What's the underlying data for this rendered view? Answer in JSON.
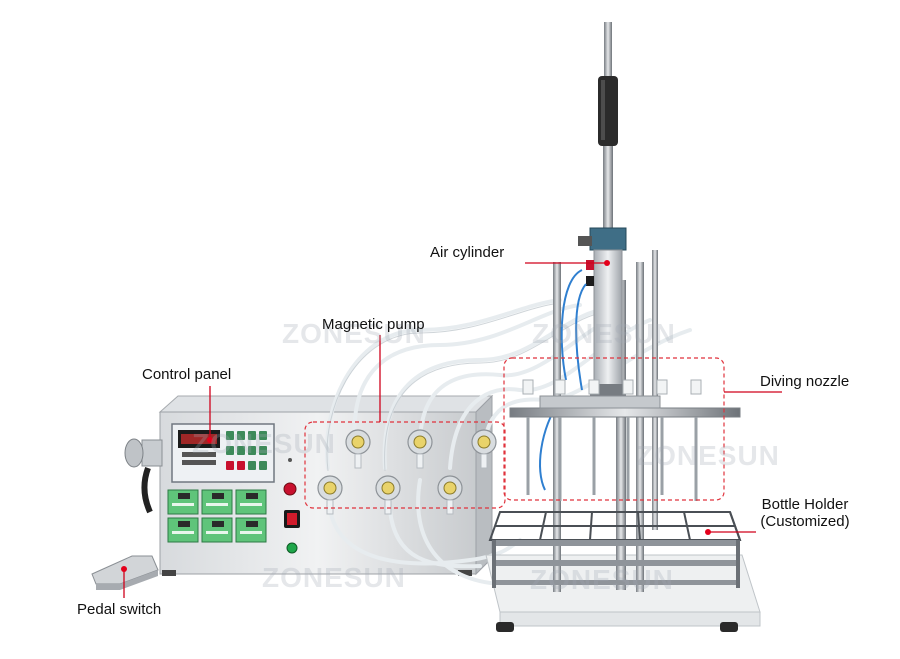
{
  "watermark": "ZONESUN",
  "labels": {
    "air_cylinder": "Air cylinder",
    "magnetic_pump": "Magnetic pump",
    "control_panel": "Control panel",
    "diving_nozzle": "Diving nozzle",
    "bottle_holder_line1": "Bottle Holder",
    "bottle_holder_line2": "(Customized)",
    "pedal_switch": "Pedal switch"
  },
  "colors": {
    "callout_line": "#d0021b",
    "callout_dot": "#e4001b",
    "dashed_box": "#e0323c",
    "steel": "#c9ccd0",
    "green_module": "#5fc47a",
    "blue_panel": "#7fb3de"
  }
}
